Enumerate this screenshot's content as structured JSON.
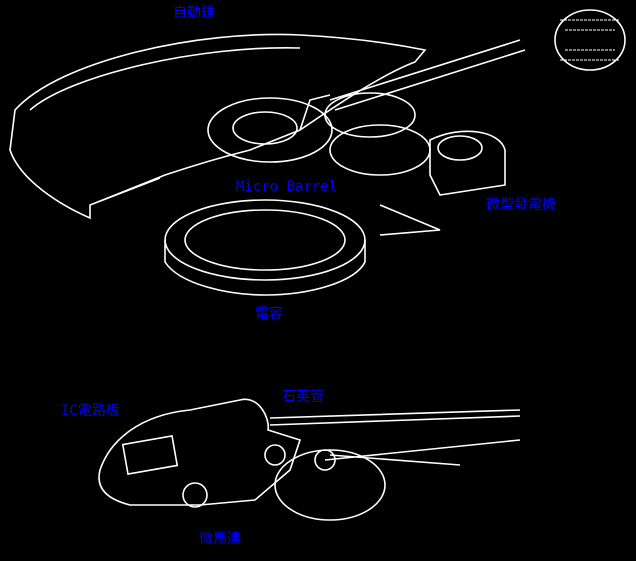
{
  "title": "Watch movement exploded diagram",
  "labels": {
    "rotor": "自動錘",
    "micro_barrel": "Micro Barrel",
    "generator": "微型發電機",
    "capacitor": "電容",
    "ic_board": "IC電路板",
    "quartz": "石英管",
    "motor": "微馬達"
  },
  "colors": {
    "background": "#000000",
    "label": "#0000ff",
    "line": "#ffffff"
  }
}
